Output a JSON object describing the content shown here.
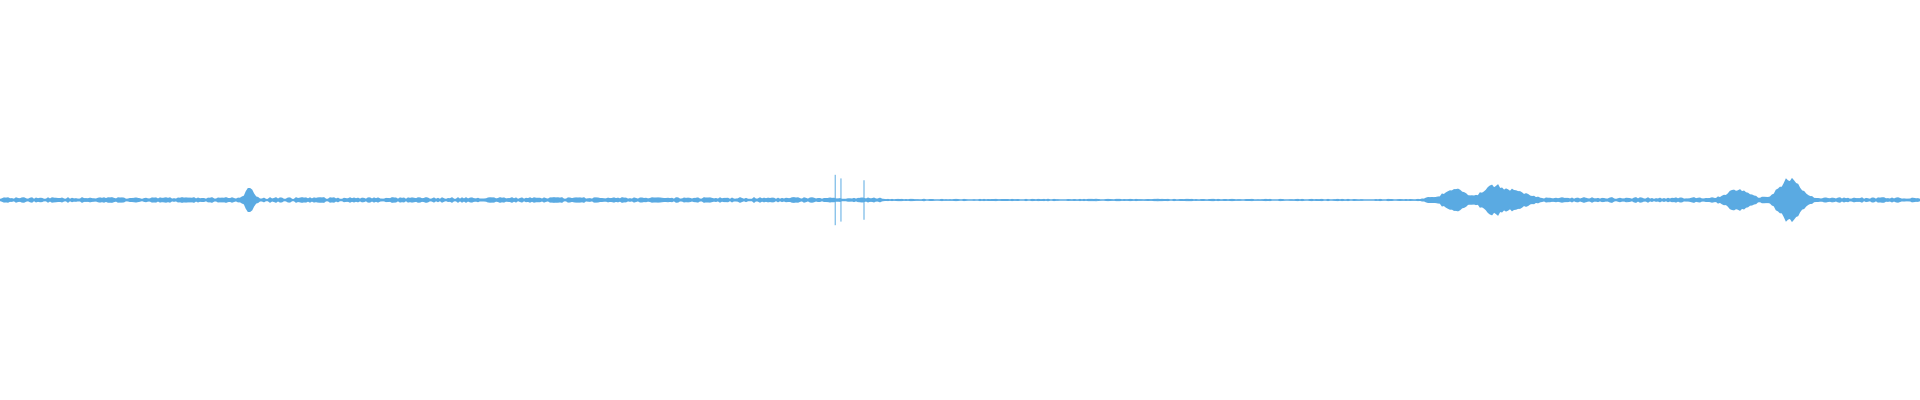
{
  "waveform": {
    "color": "#5aaae2",
    "background": "#ffffff",
    "duration_fraction_events": [
      {
        "at": 0.13,
        "amplitude": 0.06,
        "kind": "blip"
      },
      {
        "at": 0.435,
        "amplitude": 0.14,
        "kind": "click"
      },
      {
        "at": 0.438,
        "amplitude": 0.12,
        "kind": "click"
      },
      {
        "at": 0.45,
        "amplitude": 0.11,
        "kind": "click"
      },
      {
        "at": 0.758,
        "amplitude": 0.05,
        "kind": "burst"
      },
      {
        "at": 0.778,
        "amplitude": 0.07,
        "kind": "burst"
      },
      {
        "at": 0.79,
        "amplitude": 0.04,
        "kind": "burst"
      },
      {
        "at": 0.905,
        "amplitude": 0.05,
        "kind": "burst"
      },
      {
        "at": 0.932,
        "amplitude": 0.11,
        "kind": "burst"
      }
    ],
    "baseline_noise": 0.012
  }
}
